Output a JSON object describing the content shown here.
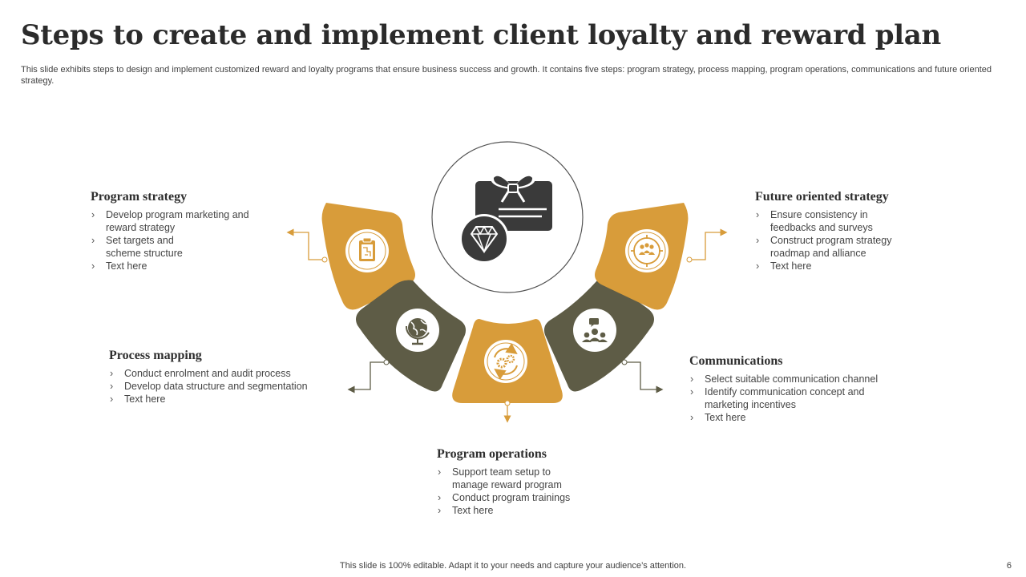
{
  "title": "Steps to create and implement client loyalty and reward plan",
  "subtitle": "This slide exhibits steps to design and implement customized reward and loyalty programs that ensure business success and growth. It contains five steps: program strategy, process mapping, program operations, communications and future oriented strategy.",
  "colors": {
    "gold": "#D89C3A",
    "olive": "#5E5C46",
    "dark": "#3a3a3a"
  },
  "center_icon": "gift-card-diamond-icon",
  "steps": [
    {
      "title": "Program strategy",
      "icon": "clipboard-plan-icon",
      "bullets": [
        "Develop program marketing and reward strategy",
        "Set targets and scheme structure",
        "Text here"
      ]
    },
    {
      "title": "Process mapping",
      "icon": "globe-icon",
      "bullets": [
        "Conduct enrolment and audit process",
        "Develop data structure and segmentation",
        "Text here"
      ]
    },
    {
      "title": "Program operations",
      "icon": "gears-cycle-icon",
      "bullets": [
        "Support team setup to manage reward program",
        "Conduct program trainings",
        "Text here"
      ]
    },
    {
      "title": "Communications",
      "icon": "team-chat-icon",
      "bullets": [
        "Select suitable communication channel",
        "Identify communication concept and marketing incentives",
        "Text here"
      ]
    },
    {
      "title": "Future oriented strategy",
      "icon": "team-target-icon",
      "bullets": [
        "Ensure consistency in feedbacks and surveys",
        "Construct program strategy roadmap and alliance",
        "Text here"
      ]
    }
  ],
  "footer": "This slide is 100% editable. Adapt it to your needs and capture your audience’s attention.",
  "page_number": "6"
}
